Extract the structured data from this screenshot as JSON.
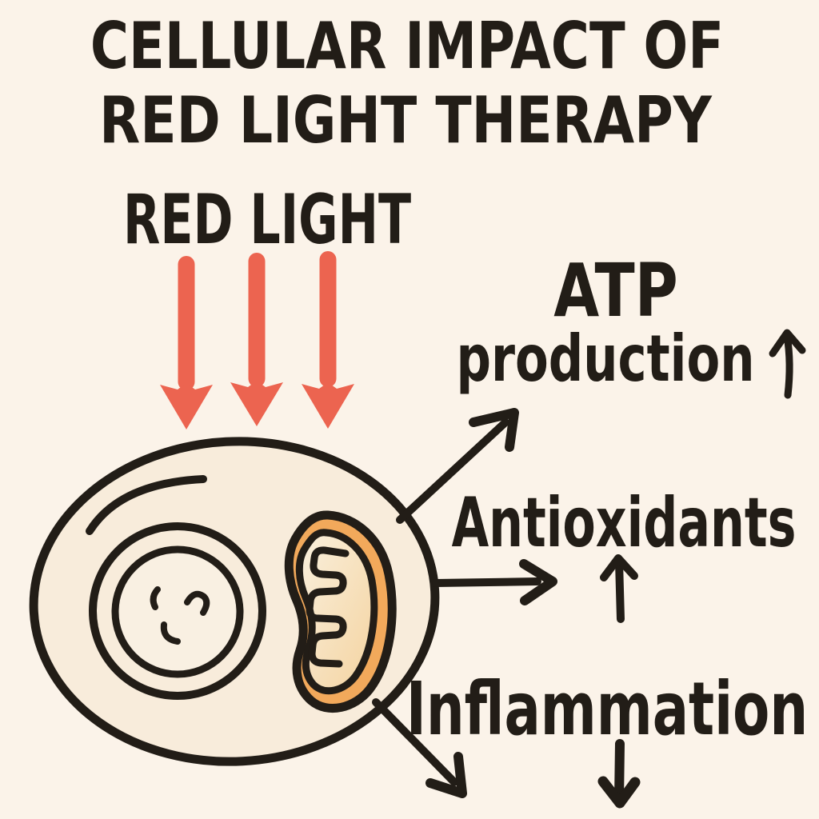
{
  "title": {
    "line1": "CELLULAR IMPACT OF",
    "line2": "RED LIGHT THERAPY"
  },
  "red_light": {
    "label": "RED LIGHT",
    "arrow_count": 3,
    "arrow_icon": "↓"
  },
  "cell": {
    "organelles": [
      "nucleus",
      "mitochondrion"
    ]
  },
  "effects": {
    "atp": {
      "line1": "ATP",
      "line2": "production",
      "arrow": "↑"
    },
    "antioxidants": {
      "label": "Antioxidants",
      "arrow": "↑"
    },
    "inflammation": {
      "label": "Inflammation",
      "arrow": "↓"
    }
  },
  "colors": {
    "background": "#fbf3e9",
    "ink": "#221d17",
    "red_arrow": "#ec6450",
    "cell_fill": "#f8ecdb",
    "nucleus_fill": "#f9f0e2",
    "mitochondrion_orange": "#f2a95b",
    "mitochondrion_inner": "#f9ead0"
  }
}
